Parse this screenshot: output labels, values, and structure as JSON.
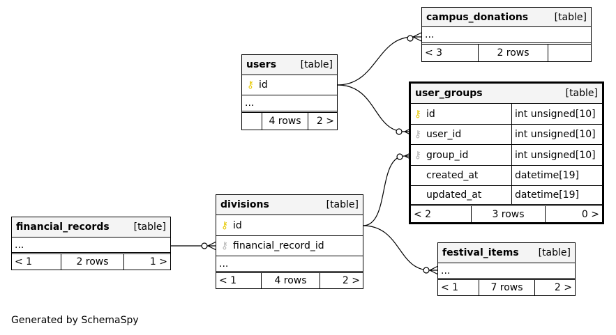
{
  "colors": {
    "primary_key": "#e6c800",
    "foreign_key": "#b4b4b4",
    "header_bg": "#f4f4f4"
  },
  "tables": {
    "campus_donations": {
      "name": "campus_donations",
      "kind": "[table]",
      "ellipsis": "...",
      "footer": {
        "parents": "< 3",
        "rows": "2 rows",
        "children": ""
      }
    },
    "users": {
      "name": "users",
      "kind": "[table]",
      "columns": [
        {
          "name": "id",
          "key": "primary"
        }
      ],
      "ellipsis": "...",
      "footer": {
        "parents": "",
        "rows": "4 rows",
        "children": "2 >"
      }
    },
    "user_groups": {
      "name": "user_groups",
      "kind": "[table]",
      "columns": [
        {
          "name": "id",
          "type": "int unsigned[10]",
          "key": "primary"
        },
        {
          "name": "user_id",
          "type": "int unsigned[10]",
          "key": "foreign"
        },
        {
          "name": "group_id",
          "type": "int unsigned[10]",
          "key": "foreign"
        },
        {
          "name": "created_at",
          "type": "datetime[19]",
          "key": ""
        },
        {
          "name": "updated_at",
          "type": "datetime[19]",
          "key": ""
        }
      ],
      "footer": {
        "parents": "< 2",
        "rows": "3 rows",
        "children": "0 >"
      }
    },
    "divisions": {
      "name": "divisions",
      "kind": "[table]",
      "columns": [
        {
          "name": "id",
          "key": "primary"
        },
        {
          "name": "financial_record_id",
          "key": "foreign"
        }
      ],
      "ellipsis": "...",
      "footer": {
        "parents": "< 1",
        "rows": "4 rows",
        "children": "2 >"
      }
    },
    "financial_records": {
      "name": "financial_records",
      "kind": "[table]",
      "ellipsis": "...",
      "footer": {
        "parents": "< 1",
        "rows": "2 rows",
        "children": "1 >"
      }
    },
    "festival_items": {
      "name": "festival_items",
      "kind": "[table]",
      "ellipsis": "...",
      "footer": {
        "parents": "< 1",
        "rows": "7 rows",
        "children": "2 >"
      }
    }
  },
  "relationships": [
    {
      "from": "users.id",
      "to": "campus_donations"
    },
    {
      "from": "users.id",
      "to": "user_groups.user_id"
    },
    {
      "from": "divisions.id",
      "to": "user_groups.group_id"
    },
    {
      "from": "divisions.id",
      "to": "festival_items"
    },
    {
      "from": "financial_records",
      "to": "divisions.financial_record_id"
    }
  ],
  "footer_text": "Generated by SchemaSpy"
}
